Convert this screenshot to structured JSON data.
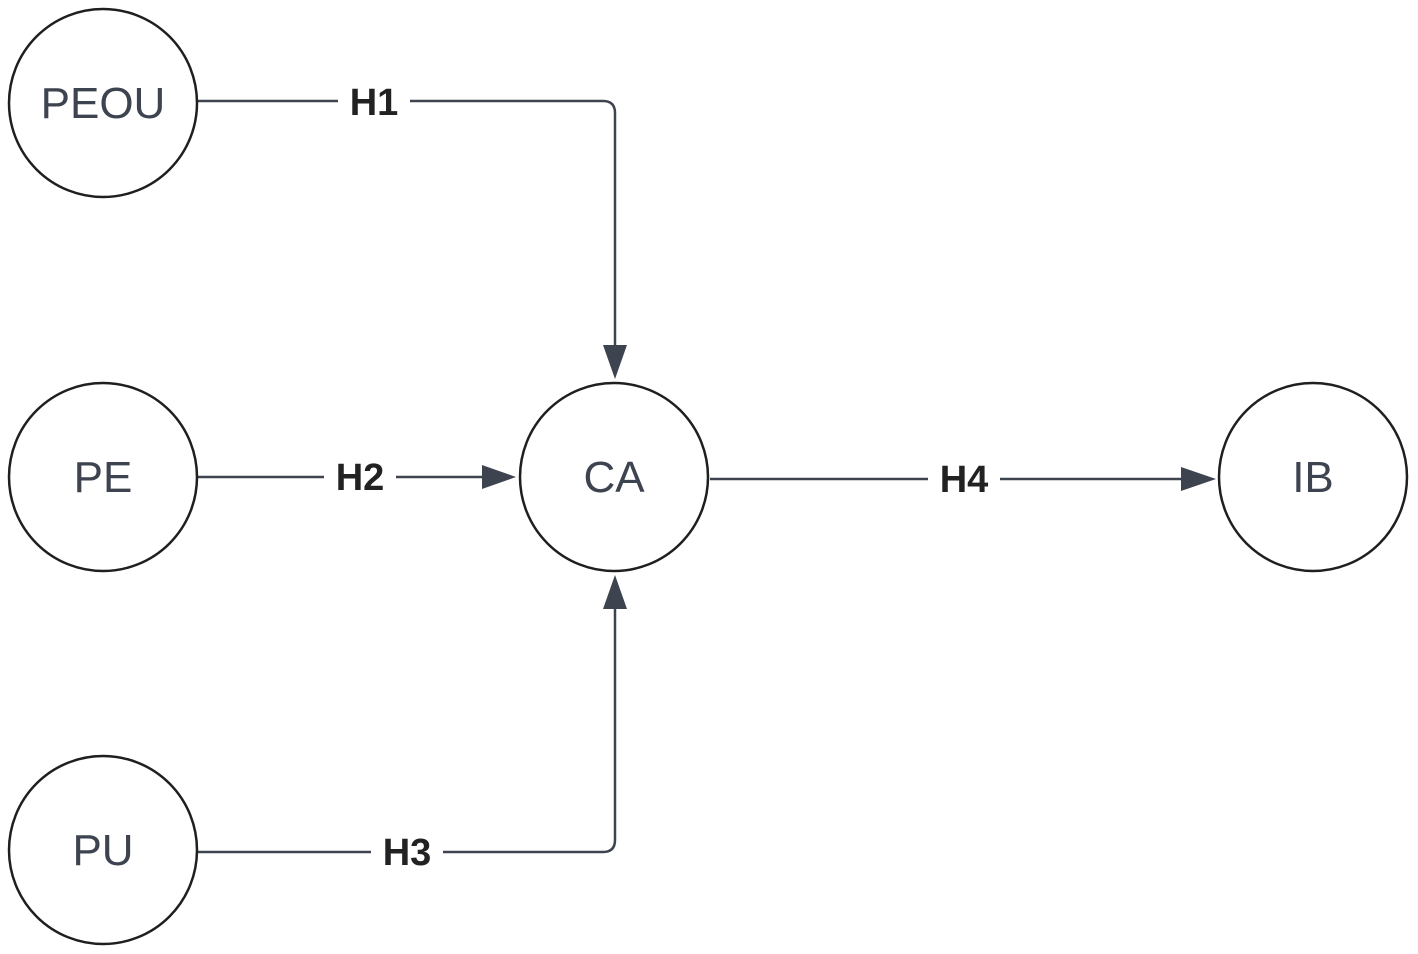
{
  "diagram": {
    "nodes": {
      "peou": "PEOU",
      "pe": "PE",
      "pu": "PU",
      "ca": "CA",
      "ib": "IB"
    },
    "edges": {
      "h1": "H1",
      "h2": "H2",
      "h3": "H3",
      "h4": "H4"
    },
    "colors": {
      "line": "#3e4350",
      "node_border": "#1f1f1f",
      "label_text": "#3e4350",
      "edge_label_text": "#222222"
    }
  }
}
